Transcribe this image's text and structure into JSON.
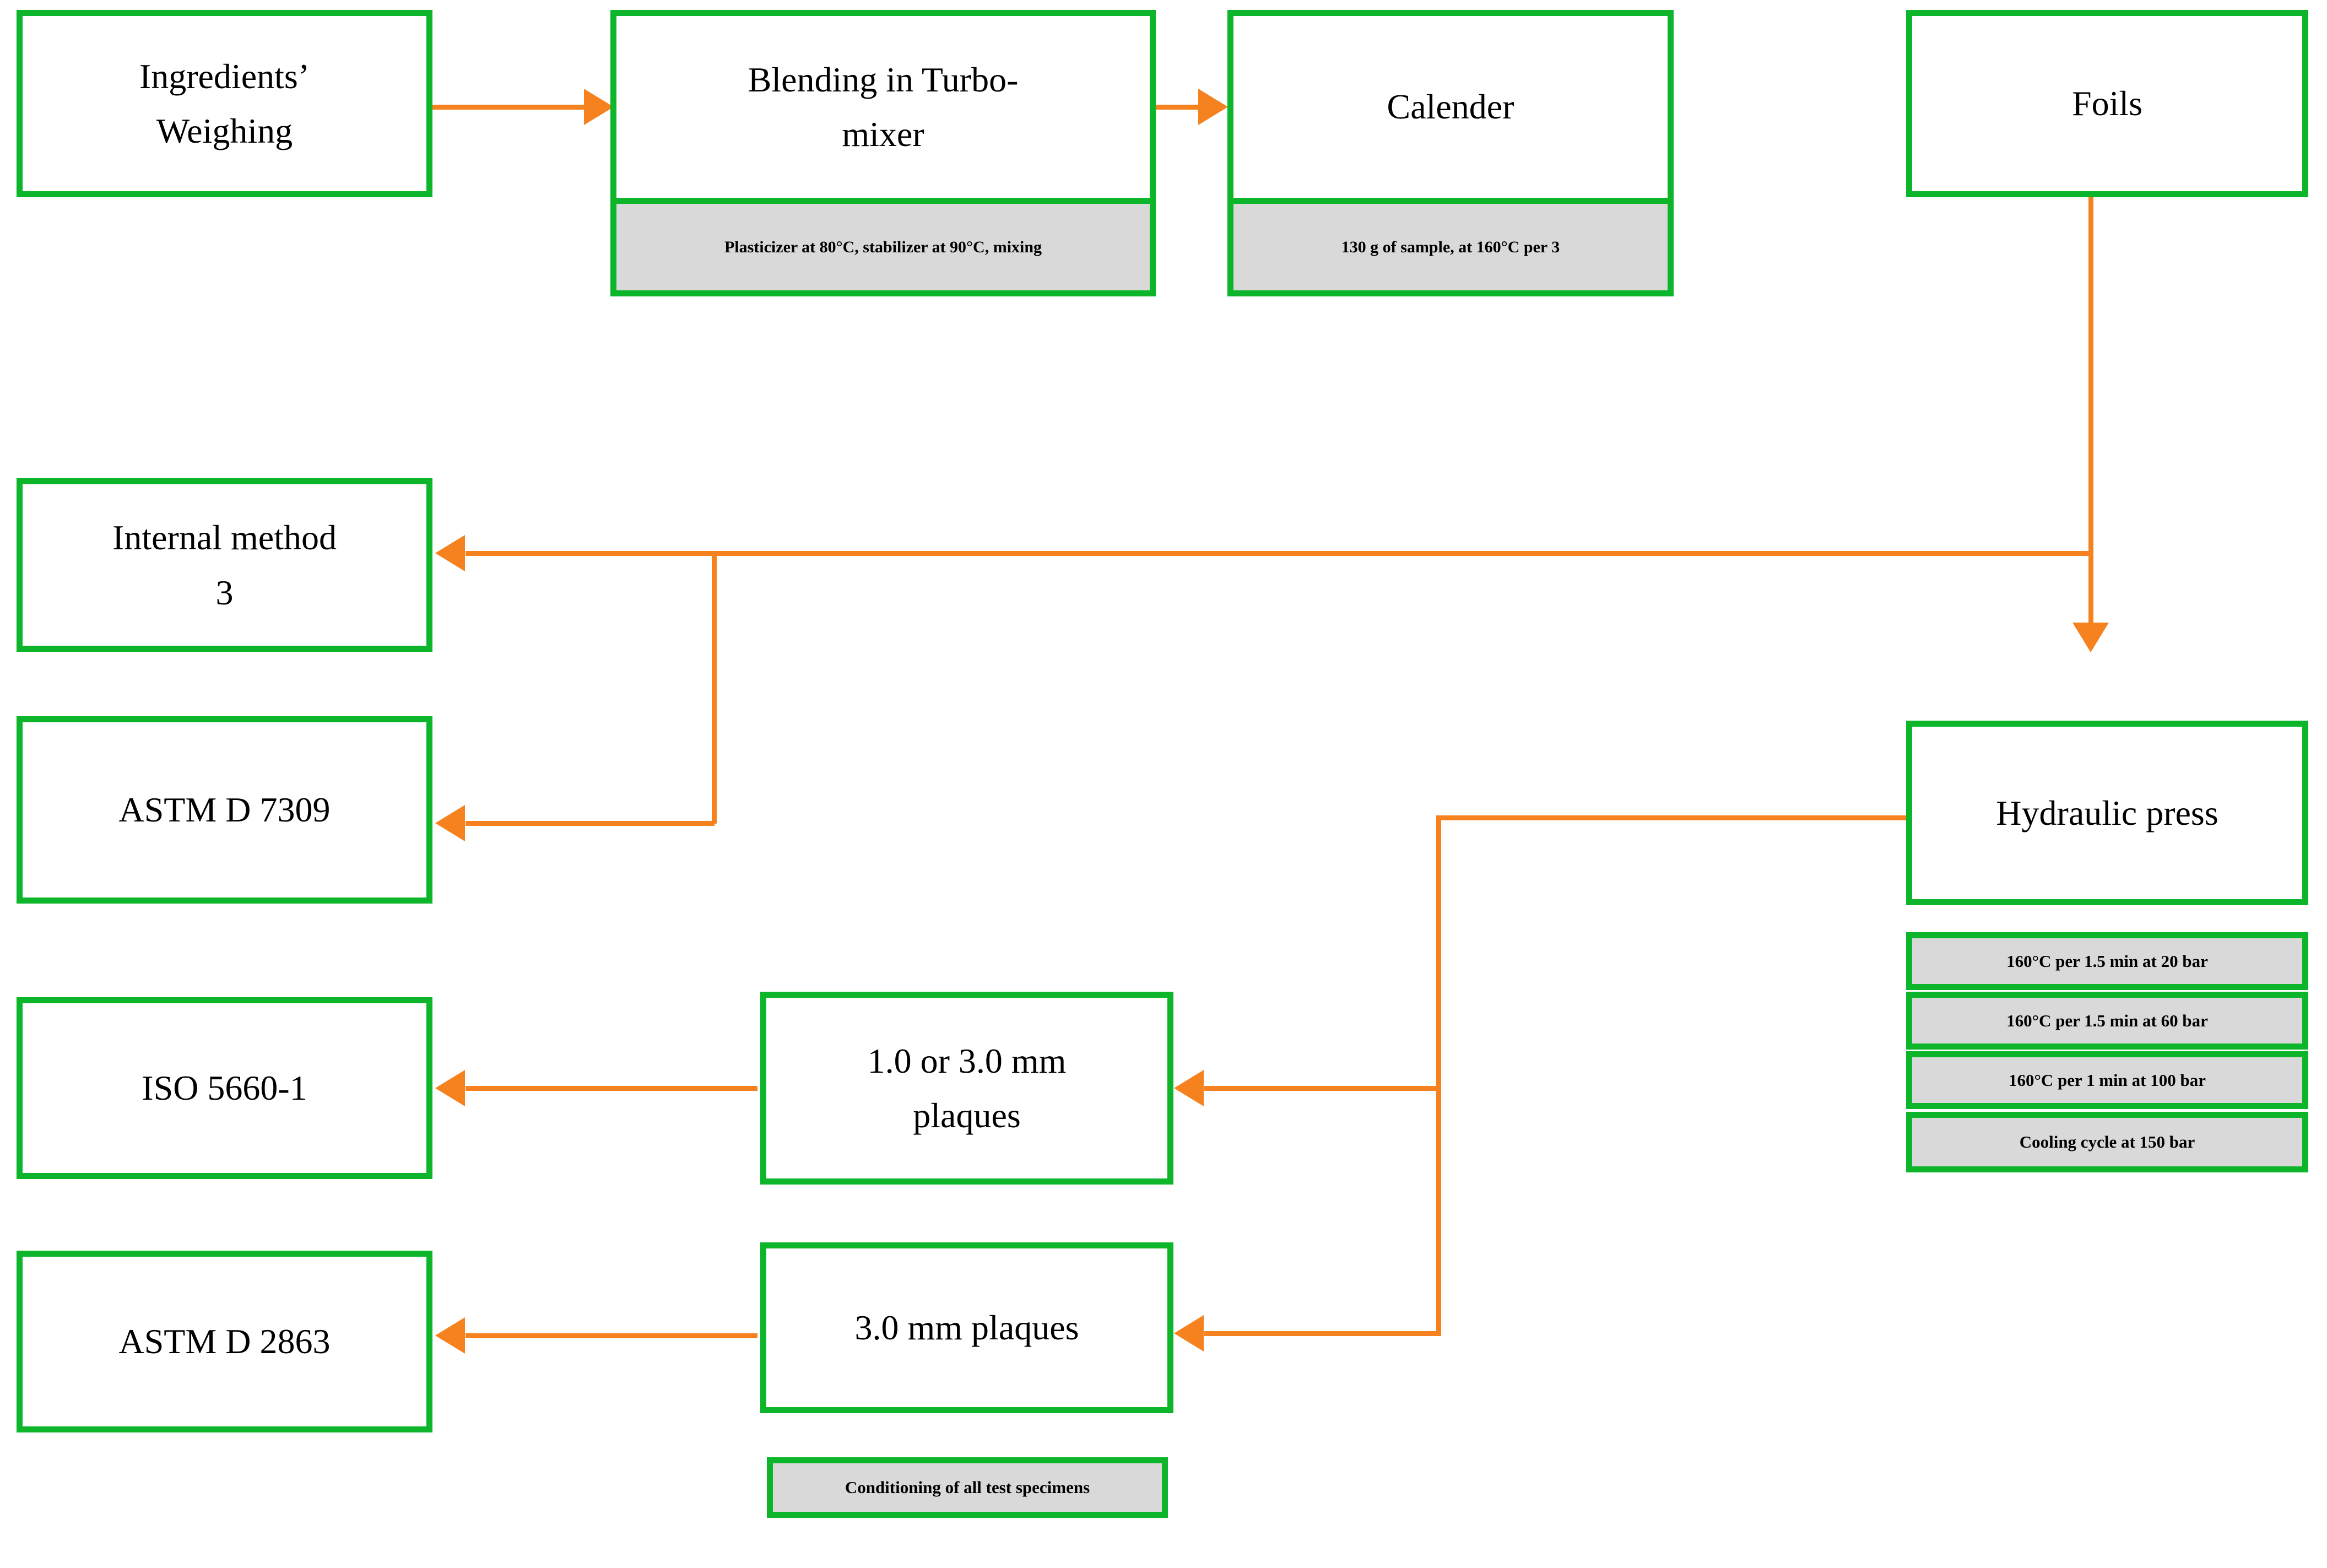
{
  "diagram": {
    "colors": {
      "node_border": "#0db52a",
      "connector": "#f5821f",
      "note_fill": "#d9d9d9",
      "background": "#ffffff"
    },
    "nodes": [
      {
        "id": "ingredients-weighing",
        "label": "Ingredients’\nWeighing",
        "note": null
      },
      {
        "id": "blending-turbo-mixer",
        "label": "Blending in Turbo-\nmixer",
        "note": "Plasticizer at 80°C, stabilizer at 90°C, mixing"
      },
      {
        "id": "calender",
        "label": "Calender",
        "note": "130 g of sample, at 160°C per 3"
      },
      {
        "id": "foils",
        "label": "Foils",
        "note": null
      },
      {
        "id": "internal-method-3",
        "label": "Internal method\n3",
        "note": null
      },
      {
        "id": "astm-d-7309",
        "label": "ASTM D 7309",
        "note": null
      },
      {
        "id": "iso-5660-1",
        "label": "ISO 5660-1",
        "note": null
      },
      {
        "id": "astm-d-2863",
        "label": "ASTM D 2863",
        "note": null
      },
      {
        "id": "plaques-1-or-3",
        "label": "1.0 or 3.0 mm\nplaques",
        "note": null
      },
      {
        "id": "plaques-3",
        "label": "3.0 mm plaques",
        "note": null
      },
      {
        "id": "hydraulic-press",
        "label": "Hydraulic press",
        "note": null
      }
    ],
    "press_parameters": [
      "160°C per 1.5 min at 20 bar",
      "160°C per 1.5 min at 60 bar",
      "160°C per 1 min at 100 bar",
      "Cooling cycle at 150 bar"
    ],
    "standalone_notes": [
      "Conditioning of all test specimens"
    ],
    "edges": [
      {
        "from": "ingredients-weighing",
        "to": "blending-turbo-mixer",
        "direction": "right"
      },
      {
        "from": "blending-turbo-mixer",
        "to": "calender",
        "direction": "right"
      },
      {
        "from": "foils",
        "to": "hydraulic-press",
        "direction": "down"
      },
      {
        "from": "foils",
        "to": "internal-method-3",
        "direction": "left"
      },
      {
        "from": "foils",
        "to": "astm-d-7309",
        "direction": "left"
      },
      {
        "from": "hydraulic-press",
        "to": "plaques-1-or-3",
        "direction": "left"
      },
      {
        "from": "hydraulic-press",
        "to": "plaques-3",
        "direction": "left"
      },
      {
        "from": "plaques-1-or-3",
        "to": "iso-5660-1",
        "direction": "left"
      },
      {
        "from": "plaques-3",
        "to": "astm-d-2863",
        "direction": "left"
      }
    ]
  }
}
